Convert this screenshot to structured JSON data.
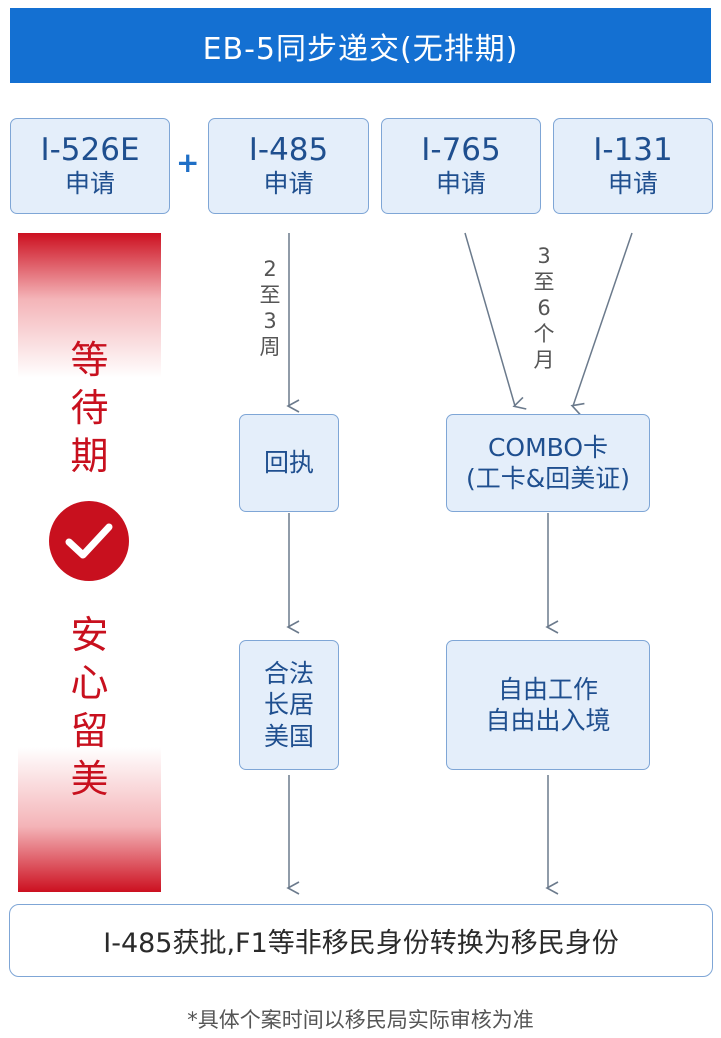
{
  "header": {
    "title": "EB-5同步递交(无排期)"
  },
  "top_boxes": [
    {
      "code": "I-526E",
      "sub": "申请"
    },
    {
      "code": "I-485",
      "sub": "申请"
    },
    {
      "code": "I-765",
      "sub": "申请"
    },
    {
      "code": "I-131",
      "sub": "申请"
    }
  ],
  "plus": "+",
  "side_banner": {
    "top_chars": [
      "等",
      "待",
      "期"
    ],
    "bottom_chars": [
      "安",
      "心",
      "留",
      "美"
    ],
    "check_icon": "check-circle-icon",
    "color": "#c8101e"
  },
  "timeline": {
    "left_label": [
      "2",
      "至",
      "3",
      "周"
    ],
    "right_label": [
      "3",
      "至",
      "6",
      "个",
      "月"
    ]
  },
  "mid_boxes": {
    "receipt": "回执",
    "combo_line1": "COMBO卡",
    "combo_line2": "(工卡&回美证)"
  },
  "result_boxes": {
    "left_lines": [
      "合法",
      "长居",
      "美国"
    ],
    "right_lines": [
      "自由工作",
      "自由出入境"
    ]
  },
  "bottom": {
    "text": "I-485获批,F1等非移民身份转换为移民身份"
  },
  "footnote": "*具体个案时间以移民局实际审核为准",
  "colors": {
    "header_bg": "#1470d2",
    "box_bg": "#e4eefa",
    "box_border": "#7fa6d6",
    "box_text": "#1f4f8f",
    "arrow": "#6b7a8c"
  }
}
